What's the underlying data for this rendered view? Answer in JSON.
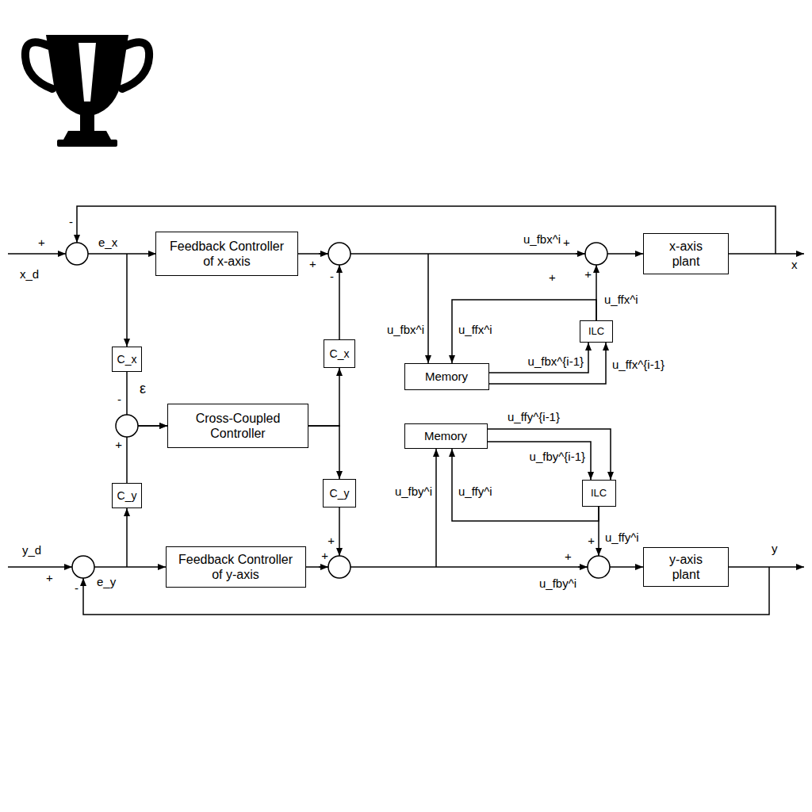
{
  "diagram": {
    "nodes": [
      {
        "text": [
          "Feedback Controller of x-axis"
        ]
      },
      {
        "text": [
          "x-axis plant"
        ]
      },
      {
        "text": [
          "C_x"
        ]
      },
      {
        "text": [
          "C_x"
        ]
      },
      {
        "text": [
          "ILC"
        ]
      },
      {
        "text": [
          "Memory"
        ]
      },
      {
        "text": [
          "Cross-Coupled Controller"
        ]
      },
      {
        "text": [
          "Memory"
        ]
      },
      {
        "text": [
          "C_y"
        ]
      },
      {
        "text": [
          "C_y"
        ]
      },
      {
        "text": [
          "ILC"
        ]
      },
      {
        "text": [
          "Feedback Controller of y-axis"
        ]
      },
      {
        "text": [
          "y-axis plant"
        ]
      }
    ],
    "edges": [
      {
        "from": 6,
        "to": 3,
        "arrow": "to"
      },
      {
        "from": 6,
        "to": 9,
        "arrow": "to"
      },
      {
        "from": 5,
        "to": 4,
        "label": "u_fbx^{i-1}",
        "arrow": "to"
      },
      {
        "from": 5,
        "to": 4,
        "label": "u_ffx^{i-1}",
        "arrow": "to"
      },
      {
        "from": 4,
        "to": 5,
        "label": "u_ffx^i",
        "arrow": "to"
      },
      {
        "from": 7,
        "to": 10,
        "label": "u_ffy^{i-1}",
        "arrow": "to"
      },
      {
        "from": 7,
        "to": 10,
        "label": "u_fby^{i-1}",
        "arrow": "to"
      },
      {
        "from": 10,
        "to": 7,
        "label": "u_ffy^i",
        "arrow": "to"
      },
      {
        "from": 2,
        "to": 6,
        "arrow": "to"
      },
      {
        "from": 8,
        "to": 6,
        "arrow": "to"
      },
      {
        "from": 0,
        "to": 1,
        "label": "u_fbx^i",
        "arrow": "to"
      },
      {
        "from": 11,
        "to": 12,
        "label": "u_fby^i",
        "arrow": "to"
      }
    ],
    "labels": [
      "x_d",
      "+",
      "-",
      "e_x",
      "+",
      "-",
      "+",
      "+",
      "+",
      "x",
      "u_ffx^i",
      "u_fbx^i",
      "-",
      "ε",
      "+",
      "u_fby^i",
      "+",
      "u_ffy^i",
      "+",
      "y",
      "y_d",
      "+",
      "e_y",
      "-",
      "+",
      "+"
    ]
  }
}
